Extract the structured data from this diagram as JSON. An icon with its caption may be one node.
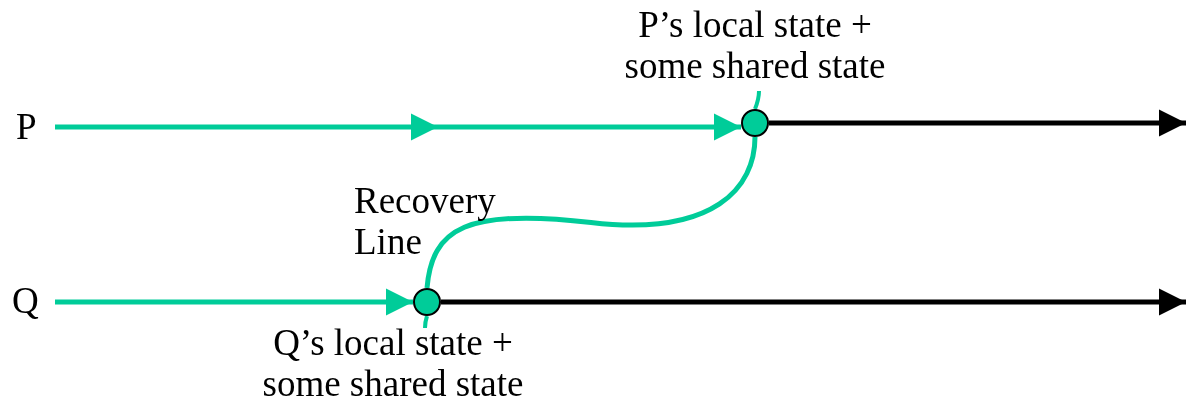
{
  "diagram": {
    "nodes": [
      {
        "text": [
          "P"
        ]
      },
      {
        "text": [],
        "shape": "circle",
        "beside": [
          "P’s local state + some shared state"
        ]
      },
      {
        "text": [
          "Q"
        ]
      },
      {
        "text": [],
        "shape": "circle",
        "beside": [
          "Q’s local state + some shared state"
        ]
      }
    ],
    "edges": [
      {
        "from": 0,
        "to": 1,
        "arrow": "to"
      },
      {
        "from": 1,
        "to": null,
        "arrow": "to",
        "color": "#000000"
      },
      {
        "from": 2,
        "to": 3,
        "arrow": "to"
      },
      {
        "from": 3,
        "to": null,
        "arrow": "to",
        "color": "#000000"
      },
      {
        "from": 3,
        "to": 1,
        "arrow": "none",
        "label": "Recovery Line"
      }
    ]
  }
}
